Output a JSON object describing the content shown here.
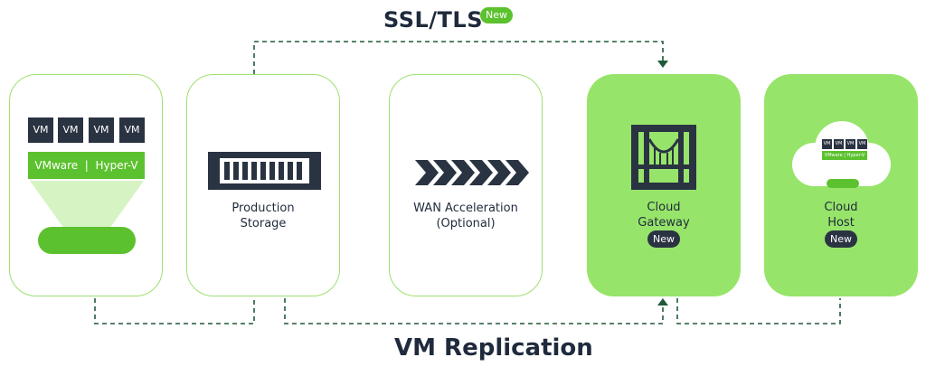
{
  "top_label": "SSL/TLS",
  "top_badge": "New",
  "bottom_label": "VM Replication",
  "hypervisor": {
    "vm_labels": [
      "VM",
      "VM",
      "VM",
      "VM"
    ],
    "bar_label": "VMware  |  Hyper-V"
  },
  "production_storage": {
    "line1": "Production",
    "line2": "Storage"
  },
  "wan": {
    "line1": "WAN Acceleration",
    "line2": "(Optional)"
  },
  "cloud_gateway": {
    "line1": "Cloud",
    "line2": "Gateway",
    "badge": "New"
  },
  "cloud_host": {
    "line1": "Cloud",
    "line2": "Host",
    "badge": "New",
    "vm_labels": [
      "VM",
      "VM",
      "VM",
      "VM"
    ],
    "bar_label": "VMware | Hyper-V"
  },
  "colors": {
    "accent": "#5cc12e",
    "card_green": "#97e46a",
    "dark": "#2a3342",
    "dash": "#1f5a3a"
  }
}
